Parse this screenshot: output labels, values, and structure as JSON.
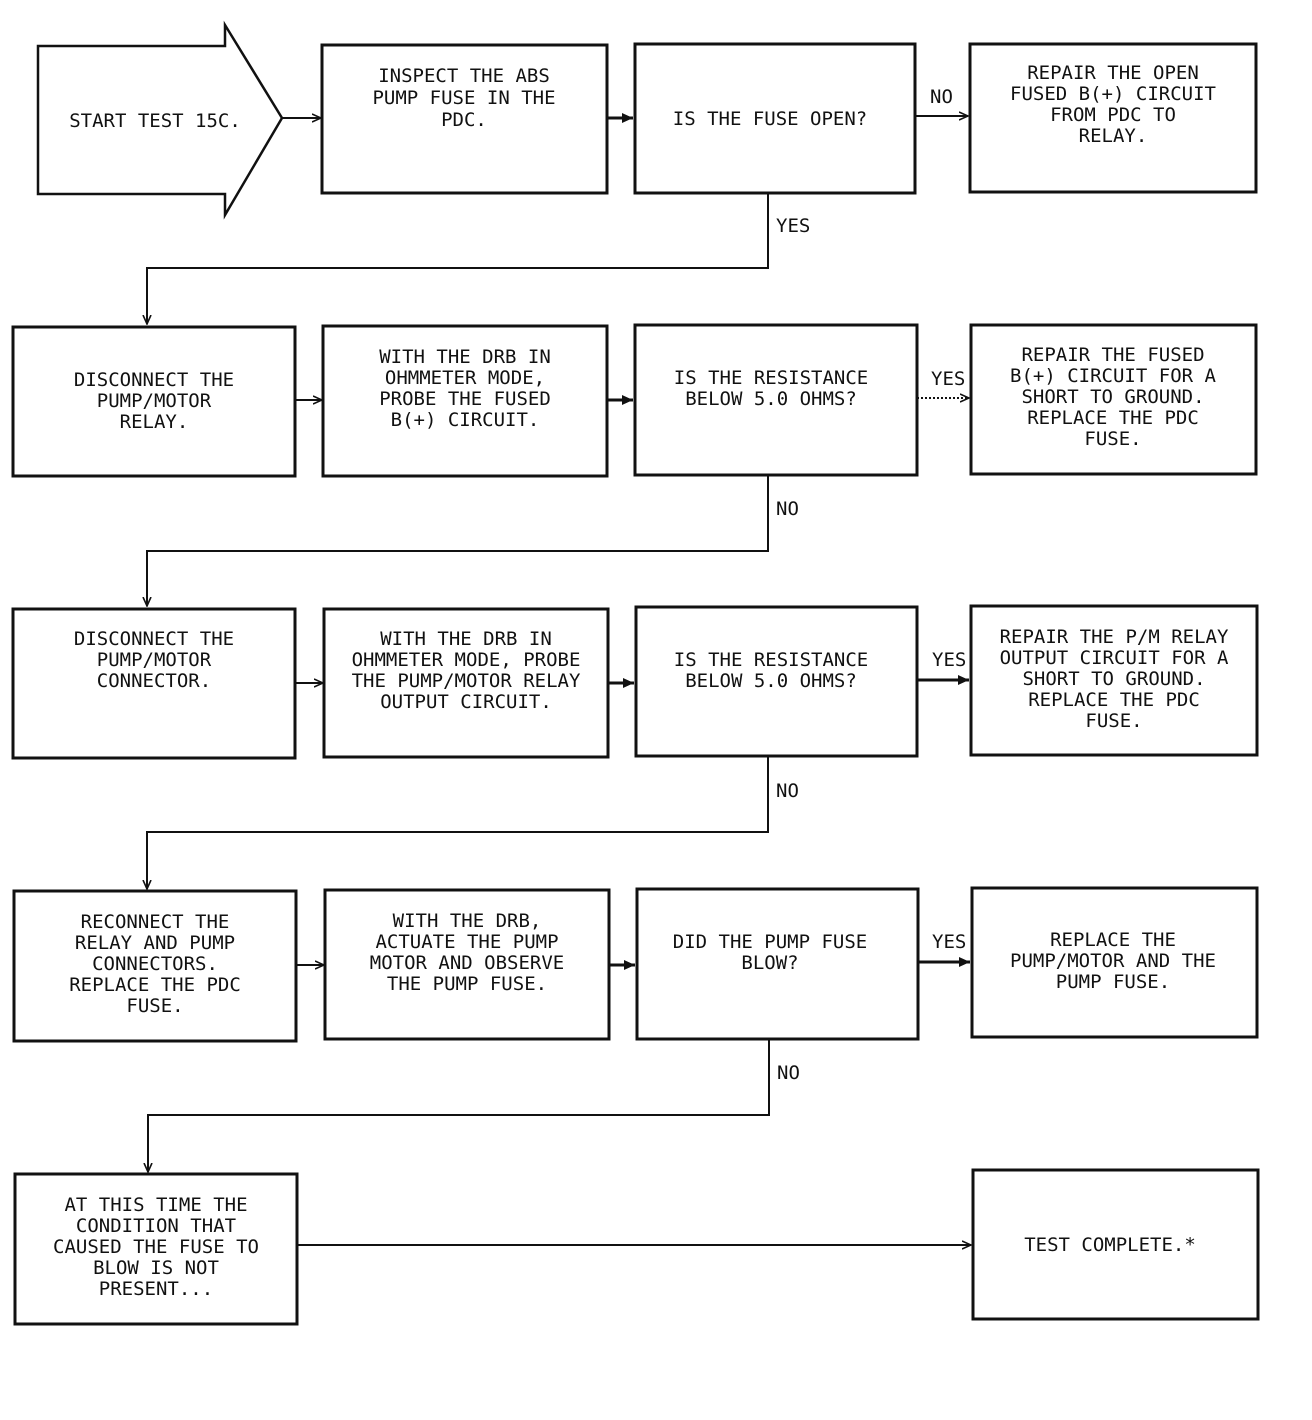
{
  "start": {
    "text": [
      "START TEST 15C."
    ]
  },
  "boxes": {
    "r1_inspect": [
      "INSPECT THE ABS",
      "PUMP FUSE IN THE",
      "PDC."
    ],
    "r1_decision": [
      "IS THE FUSE OPEN?"
    ],
    "r1_repair": [
      "REPAIR THE OPEN",
      "FUSED B(+) CIRCUIT",
      "FROM PDC TO",
      "RELAY."
    ],
    "r2_disconnect": [
      "DISCONNECT THE",
      "PUMP/MOTOR",
      "RELAY."
    ],
    "r2_probe": [
      "WITH THE DRB IN",
      "OHMMETER MODE,",
      "PROBE THE FUSED",
      "B(+) CIRCUIT."
    ],
    "r2_decision": [
      "IS THE RESISTANCE",
      "BELOW 5.0 OHMS?"
    ],
    "r2_repair": [
      "REPAIR THE FUSED",
      "B(+) CIRCUIT FOR A",
      "SHORT TO GROUND.",
      "REPLACE THE PDC",
      "FUSE."
    ],
    "r3_disconnect": [
      "DISCONNECT THE",
      "PUMP/MOTOR",
      "CONNECTOR."
    ],
    "r3_probe": [
      "WITH THE DRB IN",
      "OHMMETER MODE, PROBE",
      "THE PUMP/MOTOR RELAY",
      "OUTPUT CIRCUIT."
    ],
    "r3_decision": [
      "IS THE RESISTANCE",
      "BELOW 5.0 OHMS?"
    ],
    "r3_repair": [
      "REPAIR THE P/M RELAY",
      "OUTPUT CIRCUIT FOR A",
      "SHORT TO GROUND.",
      "REPLACE THE PDC",
      "FUSE."
    ],
    "r4_reconnect": [
      "RECONNECT THE",
      "RELAY AND PUMP",
      "CONNECTORS.",
      "REPLACE THE PDC",
      "FUSE."
    ],
    "r4_actuate": [
      "WITH THE DRB,",
      "ACTUATE THE PUMP",
      "MOTOR AND OBSERVE",
      "THE PUMP FUSE."
    ],
    "r4_decision": [
      "DID THE PUMP FUSE",
      "BLOW?"
    ],
    "r4_replace": [
      "REPLACE THE",
      "PUMP/MOTOR AND THE",
      "PUMP FUSE."
    ],
    "r5_condition": [
      "AT THIS TIME THE",
      "CONDITION THAT",
      "CAUSED THE FUSE TO",
      "BLOW IS NOT",
      "PRESENT..."
    ],
    "r5_complete": [
      "TEST COMPLETE.*"
    ]
  },
  "labels": {
    "r1_no": "NO",
    "r1_yes": "YES",
    "r2_yes": "YES",
    "r2_no": "NO",
    "r3_yes": "YES",
    "r3_no": "NO",
    "r4_yes": "YES",
    "r4_no": "NO"
  }
}
